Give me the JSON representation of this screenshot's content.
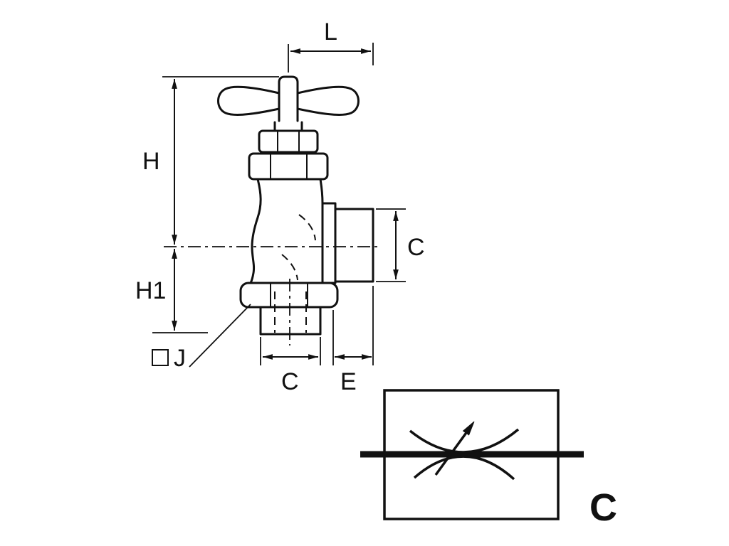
{
  "labels": {
    "L": "L",
    "H": "H",
    "H1": "H1",
    "C_outlet": "C",
    "C_inlet": "C",
    "E": "E",
    "J": "J"
  },
  "symbol": {
    "label": "C"
  },
  "colors": {
    "ink": "#111111",
    "background": "#ffffff"
  }
}
